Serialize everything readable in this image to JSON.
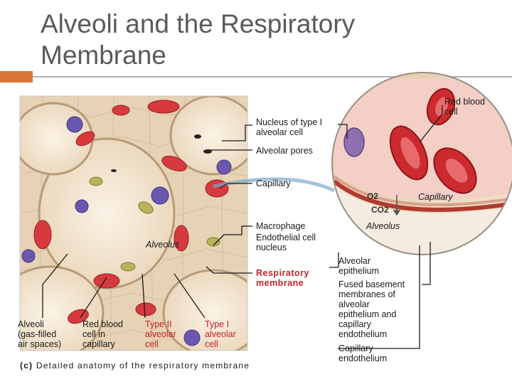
{
  "title": "Alveoli and the Respiratory Membrane",
  "labels": {
    "nucleus_type1": "Nucleus of type I\nalveolar cell",
    "alveolar_pores": "Alveolar pores",
    "capillary_main": "Capillary",
    "macrophage": "Macrophage",
    "endothelial_nucleus": "Endothelial cell\nnucleus",
    "respiratory_membrane": "Respiratory\nmembrane",
    "alveolus_main": "Alveolus",
    "alveoli_gas": "Alveoli\n(gas-filled\nair spaces)",
    "rbc_in_capillary": "Red blood\ncell in\ncapillary",
    "type2_cell": "Type II\nalveolar\ncell",
    "type1_cell": "Type I\nalveolar\ncell",
    "caption_letter": "(c)",
    "caption_text": "Detailed anatomy of the respiratory membrane",
    "rbc_inset": "Red blood\ncell",
    "capillary_inset": "Capillary",
    "o2": "O2",
    "co2": "CO2",
    "alveolus_inset": "Alveolus",
    "alveolar_epithelium": "Alveolar\nepithelium",
    "fused_basement": "Fused basement\nmembranes of\nalveolar\nepithelium and\ncapillary\nendothelium",
    "capillary_endothelium": "Capillary\nendothelium"
  },
  "colors": {
    "title": "#5a5a5a",
    "accent_bar": "#d9763a",
    "red_label": "#c0242b",
    "tissue": "#ecdcc6",
    "capillary": "#d63a3e",
    "macrophage": "#6a58b0",
    "type2": "#c9c060"
  }
}
